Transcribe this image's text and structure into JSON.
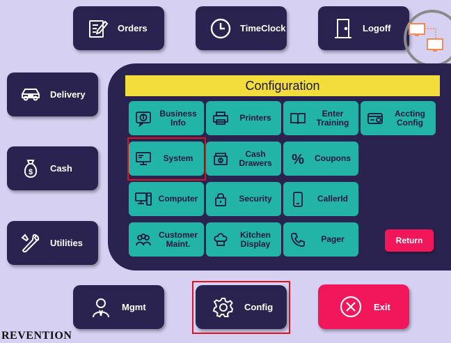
{
  "nav": {
    "orders": "Orders",
    "timeclock": "TimeClock",
    "logoff": "Logoff",
    "delivery": "Delivery",
    "cash": "Cash",
    "utilities": "Utilities",
    "mgmt": "Mgmt",
    "config": "Config",
    "exit": "Exit"
  },
  "config": {
    "title": "Configuration",
    "tiles": [
      {
        "label": "Business Info",
        "icon": "info-icon"
      },
      {
        "label": "Printers",
        "icon": "printer-icon"
      },
      {
        "label": "Enter Training",
        "icon": "book-icon"
      },
      {
        "label": "Accting Config",
        "icon": "card-icon"
      },
      {
        "label": "System",
        "icon": "monitor-icon"
      },
      {
        "label": "Cash Drawers",
        "icon": "cash-drawer-icon"
      },
      {
        "label": "Coupons",
        "icon": "percent-icon"
      },
      {
        "label": "Computer",
        "icon": "computer-icon"
      },
      {
        "label": "Security",
        "icon": "lock-icon"
      },
      {
        "label": "CallerId",
        "icon": "phone-icon"
      },
      {
        "label": "Customer Maint.",
        "icon": "customers-icon"
      },
      {
        "label": "Kitchen Display",
        "icon": "chef-hat-icon"
      },
      {
        "label": "Pager",
        "icon": "pager-icon"
      }
    ],
    "return_label": "Return"
  },
  "brand": "REVENTION",
  "colors": {
    "background": "#d6d1f2",
    "panel": "#2a2350",
    "tile": "#22b4a6",
    "title_bar": "#f2dd3c",
    "accent_red": "#f2175a",
    "selection": "#d9141f"
  }
}
